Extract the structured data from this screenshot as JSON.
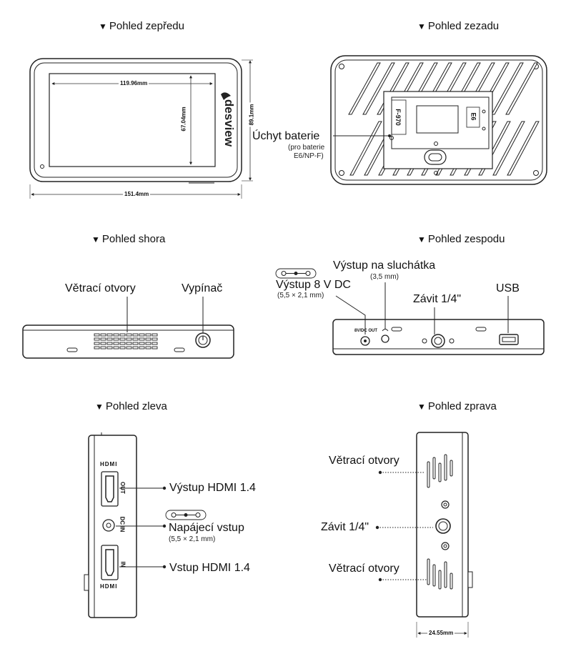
{
  "views": {
    "front": {
      "title": "Pohled zepředu",
      "dim_width": "119.96mm",
      "dim_height": "67.04mm",
      "dim_total_height": "89.1mm",
      "dim_total_width": "151.4mm",
      "brand": "desview"
    },
    "back": {
      "title": "Pohled zezadu",
      "callout_battery": "Úchyt baterie",
      "callout_battery_note_1": "(pro baterie",
      "callout_battery_note_2": "E6/NP-F)",
      "plate_label_left": "F-970",
      "plate_label_right": "E6"
    },
    "top": {
      "title": "Pohled shora",
      "callout_vents": "Větrací otvory",
      "callout_power": "Vypínač"
    },
    "bottom": {
      "title": "Pohled zespodu",
      "callout_headphone": "Výstup na sluchátka",
      "callout_headphone_note": "(3,5 mm)",
      "callout_dc_out": "Výstup 8 V DC",
      "callout_dc_out_note": "(5,5 × 2,1 mm)",
      "callout_thread": "Závit 1/4\"",
      "callout_usb": "USB",
      "port_label_dc": "8V/DC OUT"
    },
    "left": {
      "title": "Pohled zleva",
      "callout_hdmi_out": "Výstup HDMI 1.4",
      "callout_dc_in": "Napájecí vstup",
      "callout_dc_in_note": "(5,5 × 2,1 mm)",
      "callout_hdmi_in": "Vstup HDMI 1.4",
      "port_label_out": "OUT",
      "port_label_dcin": "DC IN",
      "port_label_in": "IN",
      "hdmi_logo": "HDMI"
    },
    "right": {
      "title": "Pohled zprava",
      "callout_vents_top": "Větrací otvory",
      "callout_thread": "Závit 1/4\"",
      "callout_vents_bottom": "Větrací otvory",
      "dim_depth": "24.55mm"
    }
  },
  "colors": {
    "outline": "#222222",
    "fill_light": "#f4f4f4",
    "text": "#111111"
  },
  "icons": {
    "title_marker": "triangle-down-icon",
    "polarity": "dc-polarity-icon"
  }
}
